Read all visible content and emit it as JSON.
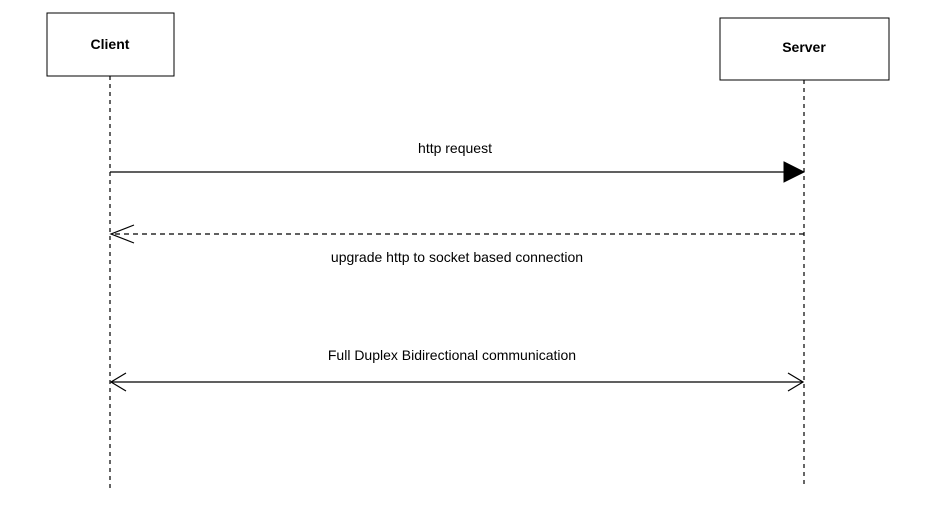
{
  "participants": {
    "client": {
      "label": "Client"
    },
    "server": {
      "label": "Server"
    }
  },
  "messages": [
    {
      "label": "http request",
      "from": "Client",
      "to": "Server",
      "line_style": "solid",
      "arrowhead": "filled"
    },
    {
      "label": "upgrade http to socket based connection",
      "from": "Server",
      "to": "Client",
      "line_style": "dashed",
      "arrowhead": "open"
    },
    {
      "label": "Full Duplex Bidirectional communication",
      "from": "Client",
      "to": "Server",
      "line_style": "solid",
      "arrowhead": "open-both-ends"
    }
  ],
  "colors": {
    "line": "#000000",
    "background": "#ffffff"
  }
}
